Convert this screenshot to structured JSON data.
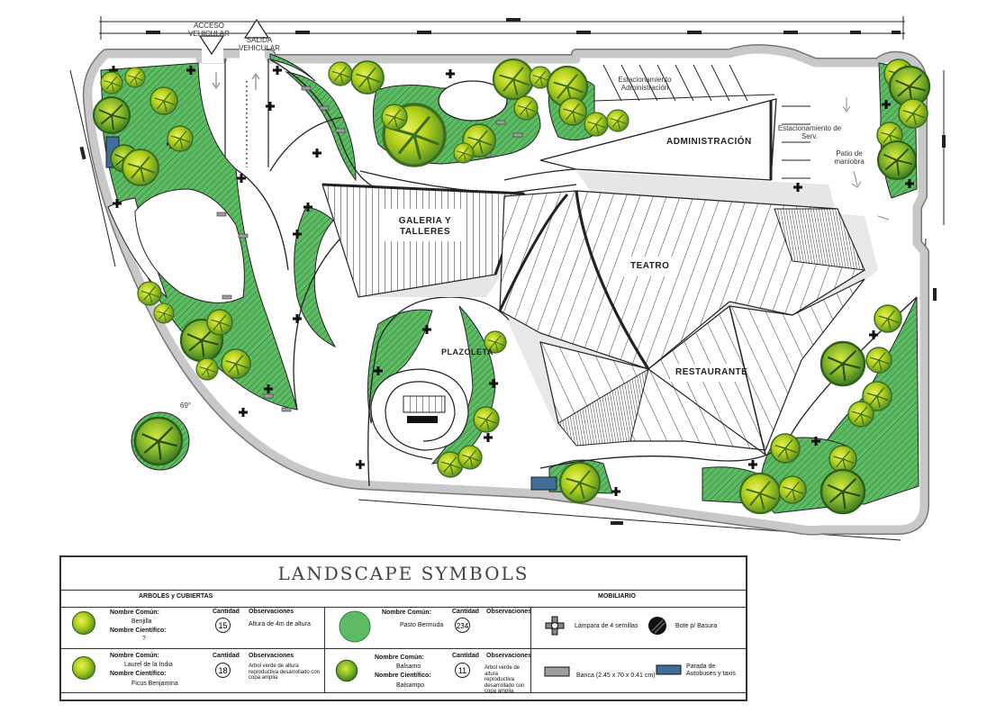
{
  "plan": {
    "labels": {
      "acceso_vehicular": "ACCESO VEHICULAR",
      "salida_vehicular": "SALIDA VEHICULAR",
      "estacionamiento_admin": "Estacionamiento Administración",
      "administracion": "ADMINISTRACIÓN",
      "estacionamiento_serv": "Estacionamiento de Serv.",
      "patio_maniobra": "Patio de maniobra",
      "galeria": "GALERIA Y TALLERES",
      "teatro": "TEATRO",
      "plazoleta": "PLAZOLETA",
      "restaurante": "RESTAURANTE",
      "angle": "69°"
    }
  },
  "legend": {
    "title": "LANDSCAPE SYMBOLS",
    "section_trees": "ARBOLES y CUBIERTAS",
    "section_furniture": "MOBILIARIO",
    "col_common_name": "Nombre Común:",
    "col_scientific_name": "Nombre Científico:",
    "col_quantity": "Cantidad",
    "col_notes": "Observaciones",
    "trees": [
      {
        "name": "Benjilla",
        "scientific": "?",
        "quantity": "15",
        "notes": "Altura de 4m de altura"
      },
      {
        "name": "Laurel de la India",
        "scientific": "Ficus Benjamina",
        "quantity": "18",
        "notes": "Arbol verde de altura reproductiva desarrollado con copa amplia"
      },
      {
        "name": "Pasto Bermuda",
        "scientific": "",
        "quantity": "234",
        "notes": ""
      },
      {
        "name": "Balsamo",
        "scientific": "Balsampo",
        "quantity": "11",
        "notes": "Arbol verde de altura reproductiva desarrollado con copa amplia"
      }
    ],
    "furniture": [
      {
        "label": "Lámpara de 4 semillas"
      },
      {
        "label": "Bote p/ Basura"
      },
      {
        "label": "Banca (2.45 x 70 x 0.41 cm)"
      },
      {
        "label": "Parada de Autobuses y taxis"
      }
    ]
  },
  "colors": {
    "grass": "#5dbb63",
    "tree_light": "#c6e000",
    "tree_dark": "#4e8a2a",
    "wall": "#bdbdbd",
    "bus_stop": "#3f6e9a"
  }
}
